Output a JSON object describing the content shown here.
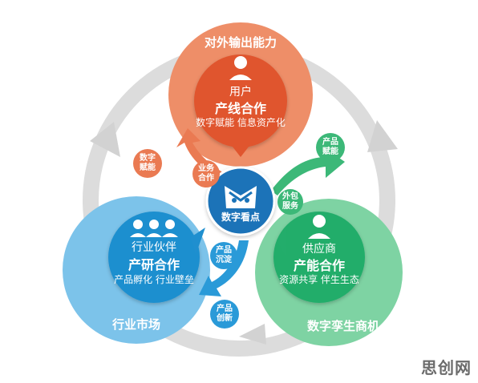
{
  "top": {
    "outer_label": "对外输出能力",
    "role": "用户",
    "cooperation": "产线合作",
    "tags": "数字赋能 信息资产化"
  },
  "left": {
    "outer_label": "行业市场",
    "role": "行业伙伴",
    "cooperation": "产研合作",
    "tags": "产品孵化 行业壁垒"
  },
  "right": {
    "outer_label": "数字孪生商机",
    "role": "供应商",
    "cooperation": "产能合作",
    "tags": "资源共享 伴生生态"
  },
  "center": {
    "logo_text": "数字看点"
  },
  "bubbles": {
    "digital_empower": "数字赋能",
    "business_coop": "业务合作",
    "product_empower": "产品赋能",
    "outsourcing": "外包服务",
    "product_settle": "产品沉淀",
    "product_innovate": "产品创新"
  },
  "watermark": "思创网",
  "colors": {
    "orange_outer": "#ee8e68",
    "orange_inner": "#e0552e",
    "blue_outer": "#7cc3ea",
    "blue_inner": "#1f8fcf",
    "green_outer": "#7ed3a3",
    "green_inner": "#23ad6b",
    "ring": "#dcdcdc",
    "center": "#1a73b8"
  }
}
